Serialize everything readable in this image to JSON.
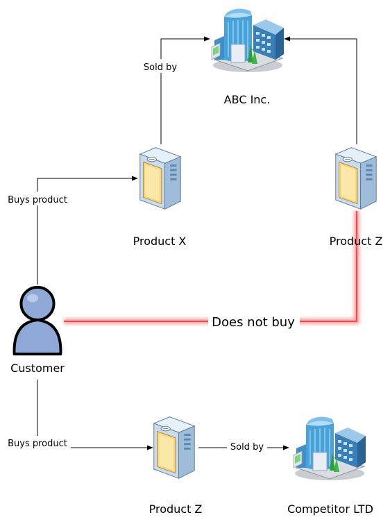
{
  "nodes": {
    "abc": {
      "label": "ABC Inc."
    },
    "product_x": {
      "label": "Product X"
    },
    "product_z_top": {
      "label": "Product Z"
    },
    "customer": {
      "label": "Customer"
    },
    "product_z_bottom": {
      "label": "Product Z"
    },
    "competitor": {
      "label": "Competitor LTD"
    }
  },
  "edges": {
    "x_to_abc": "Sold by",
    "customer_to_x": "Buys product",
    "customer_does_not_buy_z": "Does not buy",
    "customer_to_z_bottom": "Buys product",
    "z_to_competitor": "Sold by"
  },
  "colors": {
    "highlight": "#e84c4c",
    "building_blue": "#4aa3d8",
    "server_box": "#c9dcee",
    "server_panel": "#f6c95a",
    "person": "#8ea9d6"
  },
  "icons": {
    "building": "office-building-icon",
    "server": "product-box-icon",
    "person": "person-icon"
  }
}
